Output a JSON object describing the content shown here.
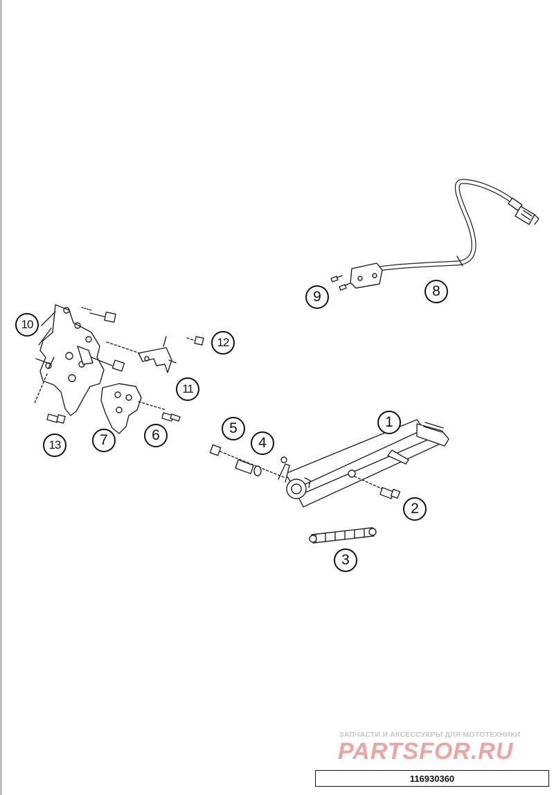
{
  "callouts": [
    {
      "label": "1"
    },
    {
      "label": "2"
    },
    {
      "label": "3"
    },
    {
      "label": "4"
    },
    {
      "label": "5"
    },
    {
      "label": "6"
    },
    {
      "label": "7"
    },
    {
      "label": "8"
    },
    {
      "label": "9"
    },
    {
      "label": "10"
    },
    {
      "label": "11"
    },
    {
      "label": "12"
    },
    {
      "label": "13"
    }
  ],
  "watermark": {
    "tagline": "ЗАПЧАСТИ И АКСЕССУАРЫ ДЛЯ МОТОТЕХНИКИ",
    "logo_text": "PARTSFOR.RU",
    "color": "#e35a5a"
  },
  "diagram_code": "116930360"
}
